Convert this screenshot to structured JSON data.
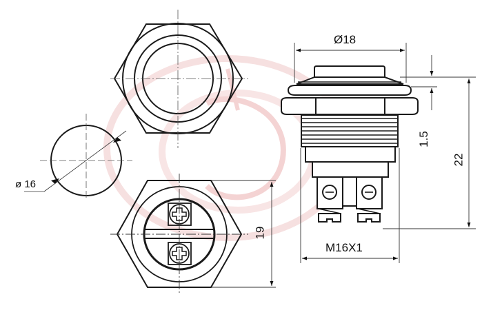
{
  "diagram": {
    "title": "Metal push button switch technical drawing",
    "colors": {
      "line": "#1a1a1a",
      "thin_line": "#333333",
      "center_line": "#555555",
      "watermark": "#e8b8b8",
      "background": "#ffffff"
    },
    "views": {
      "top_view": "hexagon nut with concentric button rings",
      "cutout_view": "panel cutout circle",
      "bottom_view": "hexagon nut with two screw terminals",
      "side_view": "profile with threaded body and screw terminals"
    },
    "dimensions": {
      "head_diameter": "Ø18",
      "cutout_diameter": "ø 16",
      "nut_width": "19",
      "thread": "M16X1",
      "button_height": "1.5",
      "overall_height": "22"
    }
  }
}
